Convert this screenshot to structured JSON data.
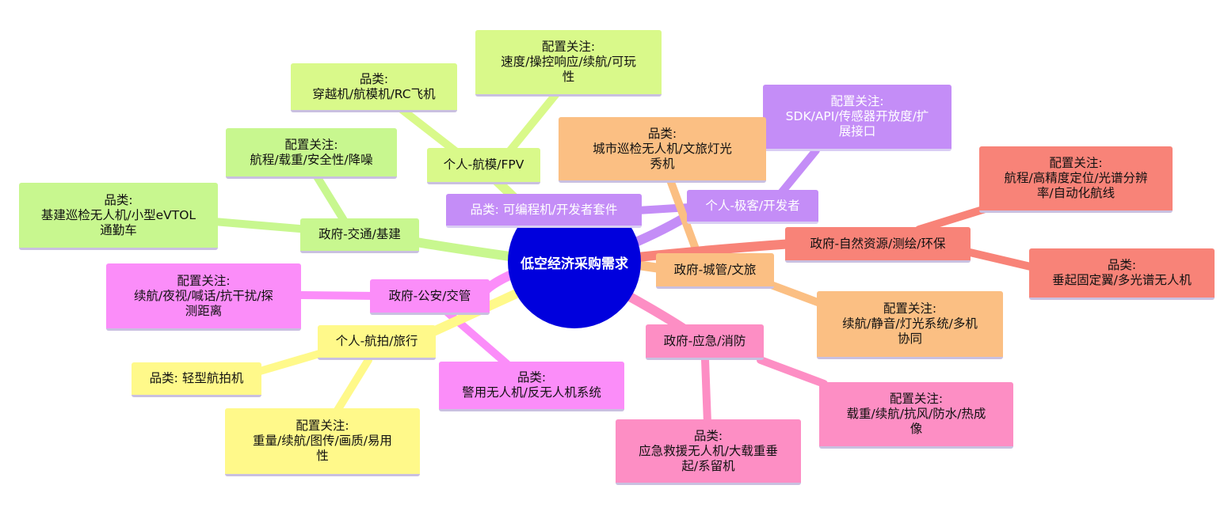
{
  "center": "低空经济采购需求",
  "branches": {
    "fpv": {
      "label": "个人-航模/FPV",
      "category": "品类:\n穿越机/航模机/RC飞机",
      "config": "配置关注:\n速度/操控响应/续航/可玩\n性"
    },
    "transport": {
      "label": "政府-交通/基建",
      "config": "配置关注:\n航程/载重/安全性/降噪",
      "category": "品类:\n基建巡检无人机/小型eVTOL\n通勤车"
    },
    "geek": {
      "label": "个人-极客/开发者",
      "category": "品类: 可编程机/开发者套件",
      "config": "配置关注:\nSDK/API/传感器开放度/扩\n展接口"
    },
    "city": {
      "label": "政府-城管/文旅",
      "category": "品类:\n城市巡检无人机/文旅灯光\n秀机",
      "config": "配置关注:\n续航/静音/灯光系统/多机\n协同"
    },
    "resources": {
      "label": "政府-自然资源/测绘/环保",
      "config": "配置关注:\n航程/高精度定位/光谱分辨\n率/自动化航线",
      "category": "品类:\n垂起固定翼/多光谱无人机"
    },
    "police": {
      "label": "政府-公安/交管",
      "config": "配置关注:\n续航/夜视/喊话/抗干扰/探\n测距离",
      "category": "品类:\n警用无人机/反无人机系统"
    },
    "aerial": {
      "label": "个人-航拍/旅行",
      "category": "品类: 轻型航拍机",
      "config": "配置关注:\n重量/续航/图传/画质/易用\n性"
    },
    "emergency": {
      "label": "政府-应急/消防",
      "config": "配置关注:\n载重/续航/抗风/防水/热成\n像",
      "category": "品类:\n应急救援无人机/大载重垂\n起/系留机"
    }
  },
  "colors": {
    "center": "#0000dd",
    "fpv": "#d9f98a",
    "transport": "#c8f78f",
    "geek": "#c48df7",
    "city": "#fbbf83",
    "resources": "#f88378",
    "police": "#fb8df9",
    "aerial": "#fff98a",
    "emergency": "#fd8ec4"
  }
}
